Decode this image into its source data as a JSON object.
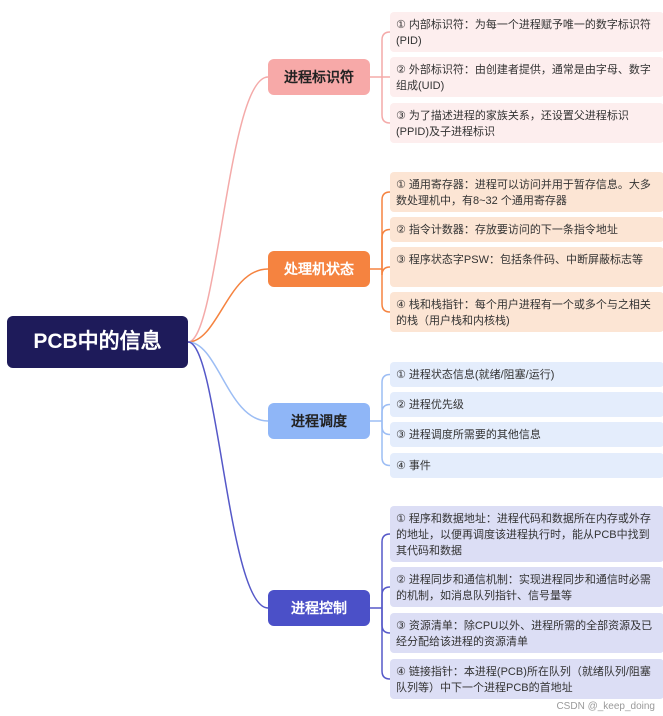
{
  "root": {
    "label": "PCB中的信息",
    "color": "#1e1b5a"
  },
  "branches": [
    {
      "label": "进程标识符",
      "color": "#f7a9a8",
      "text_color": "#222222",
      "line_color": "#f4aaa9",
      "leaves": [
        "① 内部标识符：为每一个进程赋予唯一的数字标识符(PID)",
        "② 外部标识符：由创建者提供，通常是由字母、数字组成(UID)",
        "③ 为了描述进程的家族关系，还设置父进程标识(PPID)及子进程标识"
      ]
    },
    {
      "label": "处理机状态",
      "color": "#f58340",
      "text_color": "#ffffff",
      "line_color": "#f58340",
      "leaves": [
        "① 通用寄存器：进程可以访问并用于暂存信息。大多数处理机中，有8~32 个通用寄存器",
        "② 指令计数器：存放要访问的下一条指令地址",
        "③ 程序状态字PSW：包括条件码、中断屏蔽标志等",
        "④ 栈和栈指针：每个用户进程有一个或多个与之相关的栈（用户栈和内核栈)"
      ]
    },
    {
      "label": "进程调度",
      "color": "#8fb6f7",
      "text_color": "#222222",
      "line_color": "#9cbdf4",
      "leaves": [
        "① 进程状态信息(就绪/阻塞/运行)",
        "② 进程优先级",
        "③ 进程调度所需要的其他信息",
        "④ 事件"
      ]
    },
    {
      "label": "进程控制",
      "color": "#4b50c8",
      "text_color": "#ffffff",
      "line_color": "#5558c8",
      "leaves": [
        "① 程序和数据地址：进程代码和数据所在内存或外存的地址，以便再调度该进程执行时，能从PCB中找到其代码和数据",
        "② 进程同步和通信机制：实现进程同步和通信时必需的机制，如消息队列指针、信号量等",
        "③ 资源清单：除CPU以外、进程所需的全部资源及已经分配给该进程的资源清单",
        "④ 链接指针：本进程(PCB)所在队列（就绪队列/阻塞队列等）中下一个进程PCB的首地址"
      ]
    }
  ],
  "watermark": "CSDN @_keep_doing"
}
